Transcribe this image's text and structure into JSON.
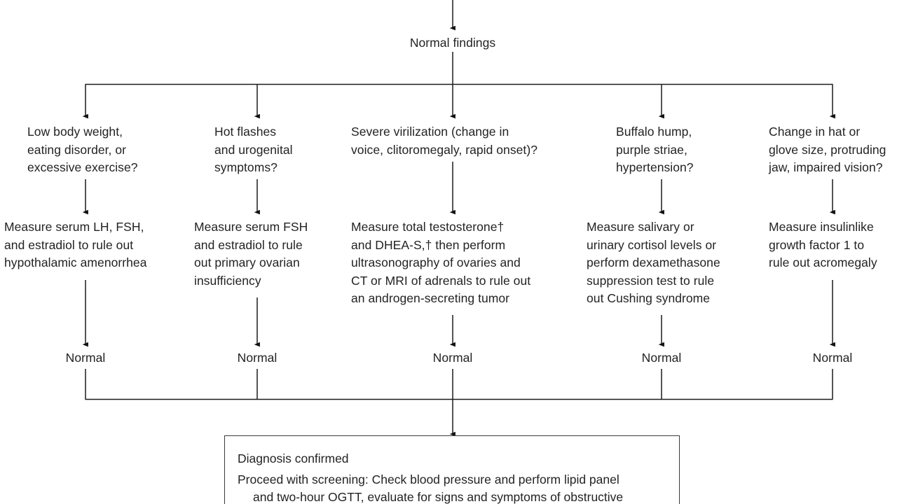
{
  "diagram": {
    "title": "Normal findings",
    "root": {
      "label": "Normal findings"
    },
    "branches": [
      {
        "id": "branch-1",
        "symptom": "Low body weight,\neating disorder, or\nexcessive exercise?",
        "action": "Measure serum LH, FSH,\nand estradiol to rule out\nhypothalamic amenorrhea",
        "result": "Normal"
      },
      {
        "id": "branch-2",
        "symptom": "Hot flashes\nand urogenital\nsymptoms?",
        "action": "Measure serum FSH\nand estradiol to rule\nout primary ovarian\ninsufficiency",
        "result": "Normal"
      },
      {
        "id": "branch-3",
        "symptom": "Severe virilization (change in\nvoice, clitoromegaly, rapid onset)?",
        "action": "Measure total testosterone†\nand DHEA-S,† then perform\nultrasonography of ovaries and\nCT or MRI of adrenals to rule out\nan androgen-secreting tumor",
        "result": "Normal"
      },
      {
        "id": "branch-4",
        "symptom": "Buffalo hump,\npurple striae,\nhypertension?",
        "action": "Measure salivary or\nurinary cortisol levels or\nperform dexamethasone\nsuppression test to rule\nout Cushing syndrome",
        "result": "Normal"
      },
      {
        "id": "branch-5",
        "symptom": "Change in hat or\nglove size, protruding\njaw, impaired vision?",
        "action": "Measure insulinlike\ngrowth factor 1 to\nrule out acromegaly",
        "result": "Normal"
      }
    ],
    "outcome": {
      "heading": "Diagnosis confirmed",
      "line1": "Proceed with screening: Check blood pressure and perform lipid panel",
      "line2": "and two-hour OGTT, evaluate for signs and symptoms of obstructive"
    },
    "colors": {
      "line": "#1a1a1a",
      "text": "#232323",
      "box_border": "#3a3a3a",
      "background": "#ffffff"
    }
  }
}
